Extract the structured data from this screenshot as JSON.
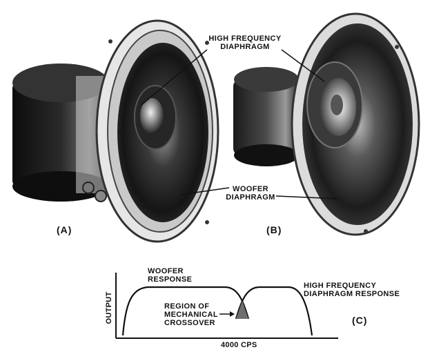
{
  "photo_labels": {
    "hf_line1": "HIGH FREQUENCY",
    "hf_line2": "DIAPHRAGM",
    "woofer_line1": "WOOFER",
    "woofer_line2": "DIAPHRAGM",
    "fig_a": "(A)",
    "fig_b": "(B)",
    "fig_c": "(C)"
  },
  "graph": {
    "y_label": "OUTPUT",
    "x_label": "4000 CPS",
    "woofer_resp_1": "WOOFER",
    "woofer_resp_2": "RESPONSE",
    "hf_resp_1": "HIGH FREQUENCY",
    "hf_resp_2": "DIAPHRAGM RESPONSE",
    "region_1": "REGION OF",
    "region_2": "MECHANICAL",
    "region_3": "CROSSOVER"
  },
  "colors": {
    "ink": "#111111",
    "crossover_fill": "#6e6e6e"
  }
}
